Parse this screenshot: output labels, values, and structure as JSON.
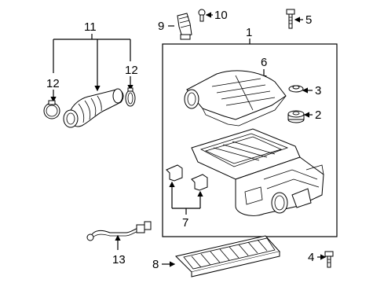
{
  "callouts": {
    "c1": "1",
    "c2": "2",
    "c3": "3",
    "c4": "4",
    "c5": "5",
    "c6": "6",
    "c7": "7",
    "c8": "8",
    "c9": "9",
    "c10": "10",
    "c11": "11",
    "c12_left": "12",
    "c12_right": "12",
    "c13": "13"
  }
}
